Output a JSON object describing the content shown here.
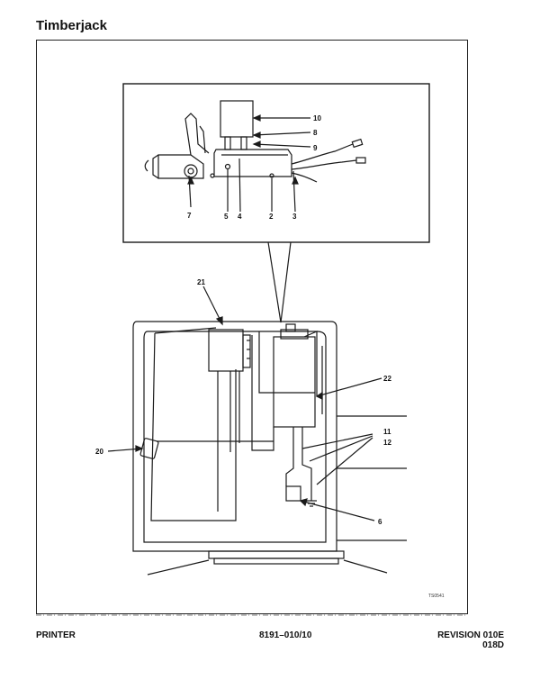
{
  "header": {
    "title": "Timberjack"
  },
  "diagram": {
    "callouts_detail": [
      "10",
      "8",
      "9",
      "7",
      "5",
      "4",
      "2",
      "3"
    ],
    "callouts_main": [
      "21",
      "22",
      "20",
      "11",
      "12",
      "6"
    ],
    "figure_code": "TS0541"
  },
  "footer": {
    "section": "PRINTER",
    "doc_number": "8191–010/10",
    "revision": "REVISION 010E",
    "page": "018D"
  }
}
